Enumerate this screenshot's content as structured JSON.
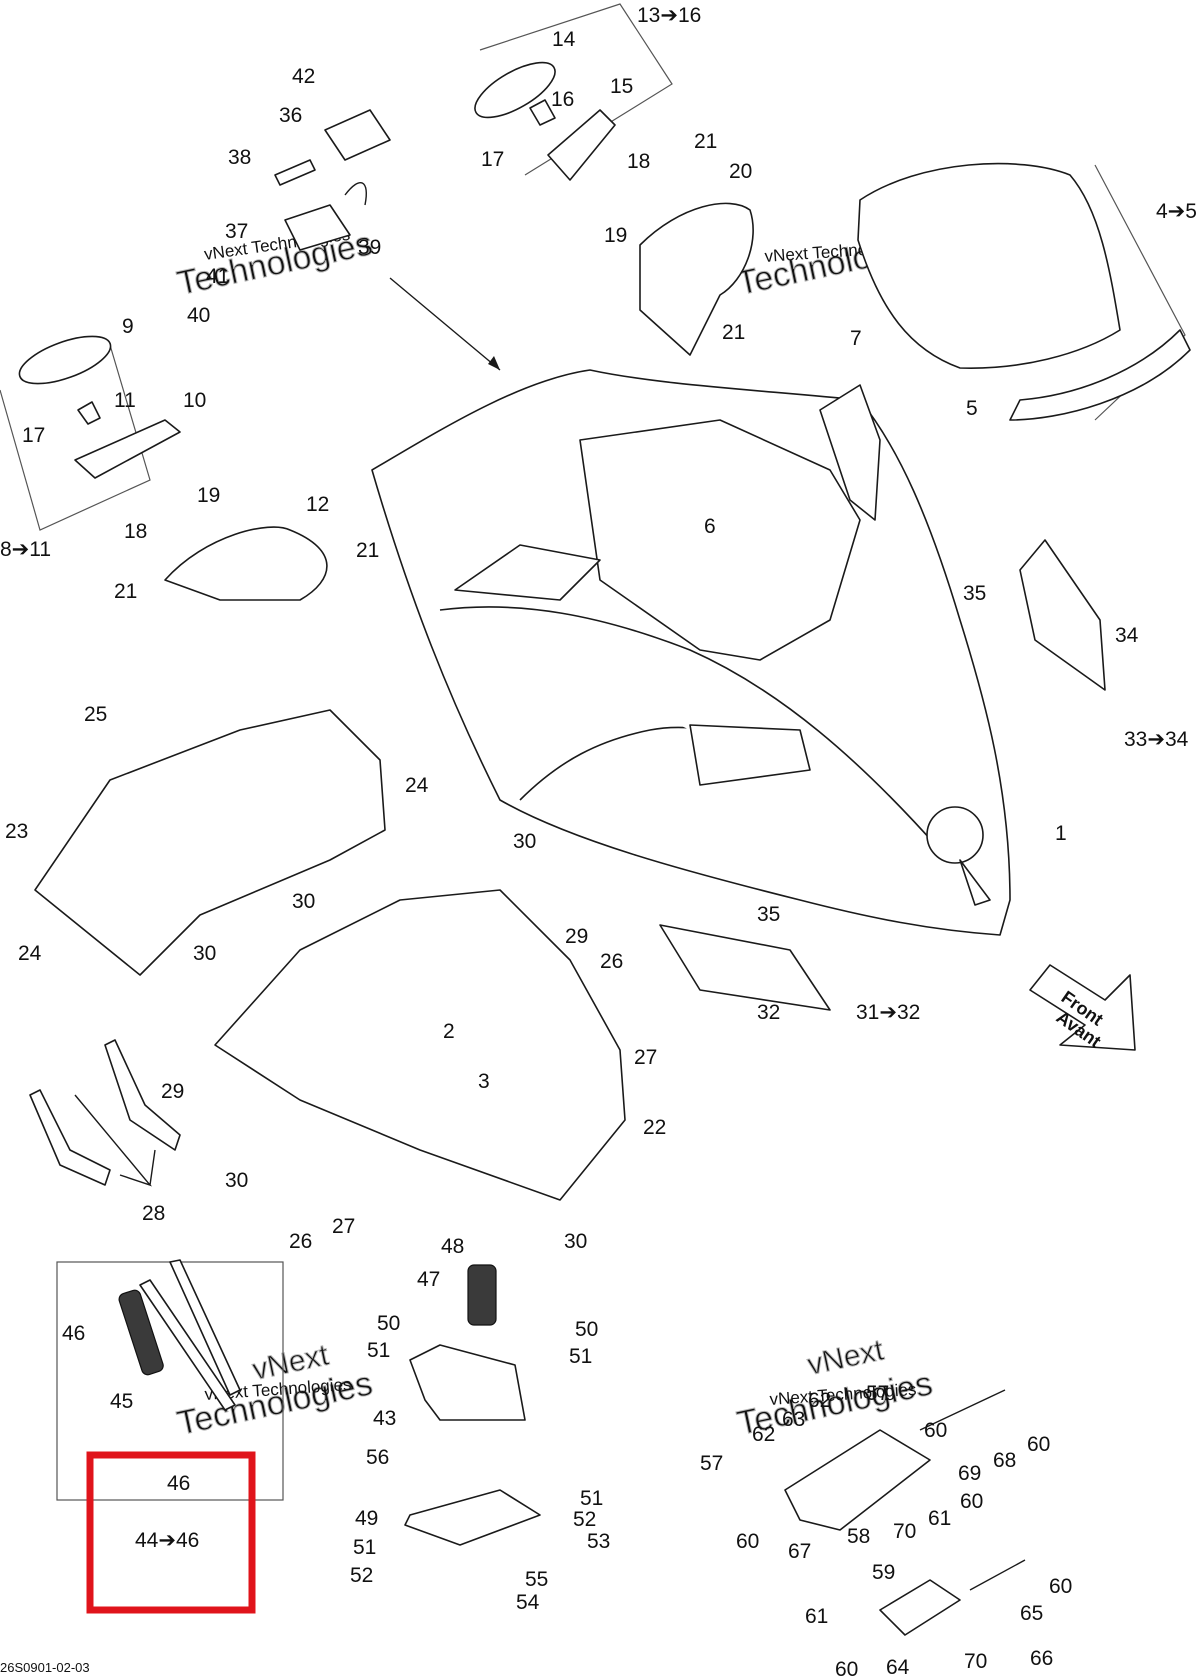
{
  "diagram": {
    "reference_code": "26S0901-02-03",
    "front_label": [
      "Front",
      "Avant"
    ],
    "watermark": [
      "vNext Technologies",
      "Technologies",
      "vNext"
    ],
    "callouts": {
      "c1": "1",
      "c2": "2",
      "c3": "3",
      "c4_5": "4➔5",
      "c5": "5",
      "c6": "6",
      "c7": "7",
      "c8_11": "8➔11",
      "c9": "9",
      "c10": "10",
      "c11": "11",
      "c12": "12",
      "c13_16": "13➔16",
      "c14": "14",
      "c15": "15",
      "c16": "16",
      "c17a": "17",
      "c17b": "17",
      "c18a": "18",
      "c18b": "18",
      "c19a": "19",
      "c19b": "19",
      "c20": "20",
      "c21a": "21",
      "c21b": "21",
      "c21c": "21",
      "c21d": "21",
      "c22": "22",
      "c23": "23",
      "c24a": "24",
      "c24b": "24",
      "c25": "25",
      "c26a": "26",
      "c26b": "26",
      "c27a": "27",
      "c27b": "27",
      "c28": "28",
      "c29a": "29",
      "c29b": "29",
      "c30a": "30",
      "c30b": "30",
      "c30c": "30",
      "c30d": "30",
      "c30e": "30",
      "c31_32": "31➔32",
      "c32": "32",
      "c33_34": "33➔34",
      "c34": "34",
      "c35a": "35",
      "c35b": "35",
      "c36": "36",
      "c37": "37",
      "c38": "38",
      "c39": "39",
      "c40": "40",
      "c41": "41",
      "c42": "42",
      "c43": "43",
      "c44_46": "44➔46",
      "c45": "45",
      "c46a": "46",
      "c46b": "46",
      "c47": "47",
      "c48": "48",
      "c49": "49",
      "c50a": "50",
      "c50b": "50",
      "c51a": "51",
      "c51b": "51",
      "c51c": "51",
      "c51d": "51",
      "c52a": "52",
      "c52b": "52",
      "c53": "53",
      "c54": "54",
      "c55": "55",
      "c56": "56",
      "c57a": "57",
      "c57b": "57",
      "c58": "58",
      "c59": "59",
      "c60a": "60",
      "c60b": "60",
      "c60c": "60",
      "c60d": "60",
      "c60e": "60",
      "c60f": "60",
      "c61a": "61",
      "c61b": "61",
      "c62a": "62",
      "c62b": "62",
      "c63": "63",
      "c64": "64",
      "c65": "65",
      "c66": "66",
      "c67": "67",
      "c68": "68",
      "c69": "69",
      "c70a": "70",
      "c70b": "70",
      "c70c": "70"
    }
  },
  "highlight_color": "#e0141b"
}
